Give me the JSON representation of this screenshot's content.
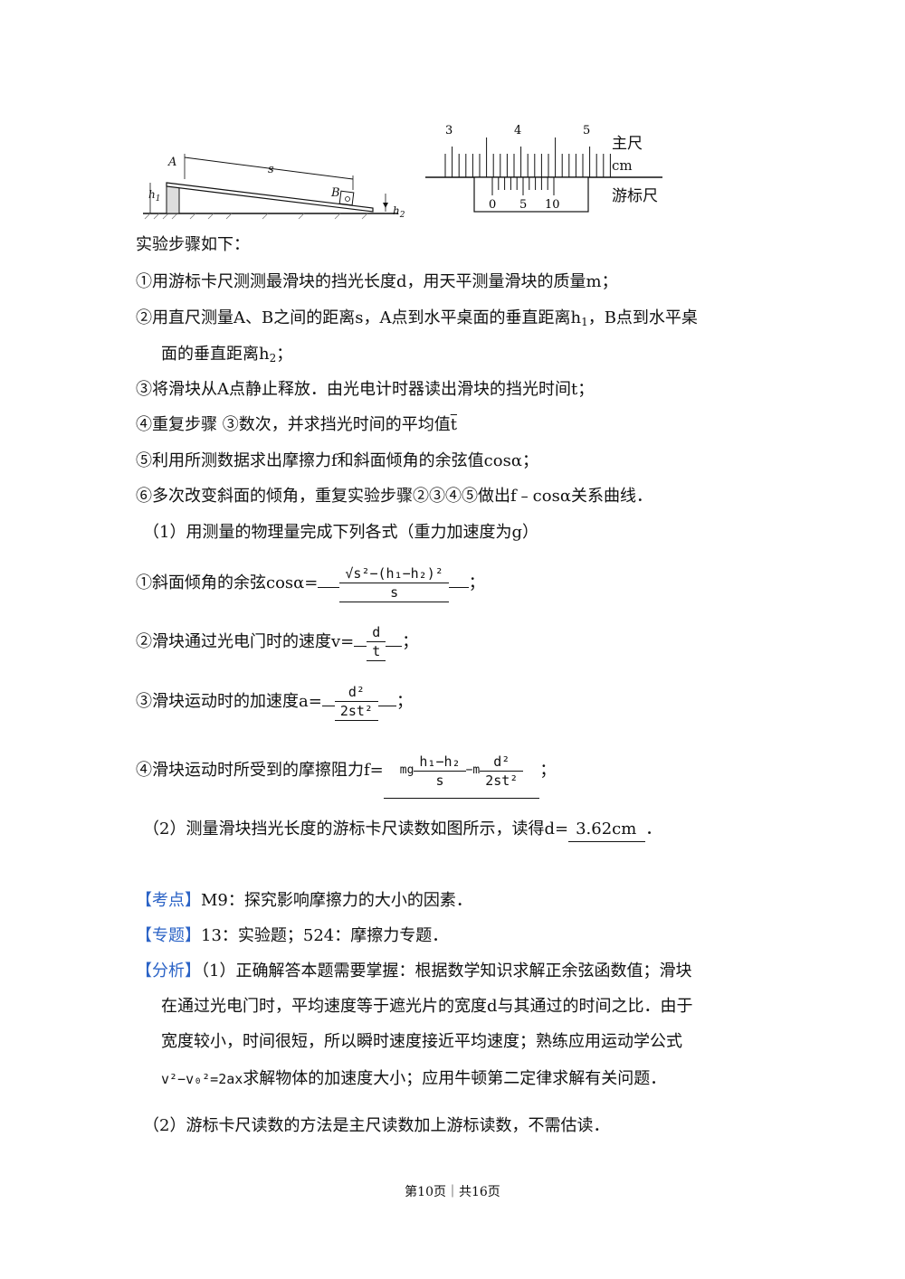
{
  "figure_left": {
    "label_a": "A",
    "label_b": "B",
    "label_s": "s",
    "label_h1": "h",
    "label_h1_sub": "1",
    "label_h2": "h",
    "label_h2_sub": "2"
  },
  "figure_right": {
    "main_ticks": [
      "3",
      "4",
      "5"
    ],
    "vernier_ticks": [
      "0",
      "5",
      "10"
    ],
    "main_label": "主尺",
    "unit_label": "cm",
    "vernier_label": "游标尺"
  },
  "steps_title": "实验步骤如下：",
  "steps": {
    "s1": "①用游标卡尺测测最滑块的挡光长度d，用天平测量滑块的质量m；",
    "s2a": "②用直尺测量A、B之间的距离s，A点到水平桌面的垂直距离h",
    "s2a_sub": "1",
    "s2b": "，B点到水平桌",
    "s2c": "面的垂直距离h",
    "s2c_sub": "2",
    "s2d": "；",
    "s3": "③将滑块从A点静止释放．由光电计时器读出滑块的挡光时间t；",
    "s4": "④重复步骤 ③数次，并求挡光时间的平均值",
    "s4_t": "t",
    "s5": "⑤利用所测数据求出摩擦力f和斜面倾角的余弦值cosα；",
    "s6": "⑥多次改变斜面的倾角，重复实验步骤②③④⑤做出f﹣cosα关系曲线．"
  },
  "q1": {
    "intro": "（1）用测量的物理量完成下列各式（重力加速度为g）",
    "a_label": "①斜面倾角的余弦cosα=",
    "a_num": "√s²−(h₁−h₂)²",
    "a_den": "s",
    "b_label": "②滑块通过光电门时的速度v=",
    "b_num": "d",
    "b_den": "t",
    "c_label": "③滑块运动时的加速度a=",
    "c_num": "d²",
    "c_den": "2st²",
    "d_label": "④滑块运动时所受到的摩擦阻力f=",
    "d_mg": "mg",
    "d_num1": "h₁−h₂",
    "d_den1": "s",
    "d_minus_m": "−m",
    "d_num2": "d²",
    "d_den2": "2st²",
    "tail": "；"
  },
  "q2": {
    "text": "（2）测量滑块挡光长度的游标卡尺读数如图所示，读得d=",
    "answer": "3.62cm",
    "tail": "．"
  },
  "analysis": {
    "kaodian_tag": "【考点】",
    "kaodian_text": "M9：探究影响摩擦力的大小的因素．",
    "zhuanti_tag": "【专题】",
    "zhuanti_text": "13：实验题；524：摩擦力专题．",
    "fenxi_tag": "【分析】",
    "fenxi_l1": "（1）正确解答本题需要掌握：根据数学知识求解正余弦函数值；滑块",
    "fenxi_l2": "在通过光电门时，平均速度等于遮光片的宽度d与其通过的时间之比．由于",
    "fenxi_l3": "宽度较小，时间很短，所以瞬时速度接近平均速度；熟练应用运动学公式",
    "fenxi_formula": "v²−v₀²=2ax",
    "fenxi_l4": "求解物体的加速度大小；应用牛顿第二定律求解有关问题．",
    "fenxi_l5": "（2）游标卡尺读数的方法是主尺读数加上游标读数，不需估读．"
  },
  "footer": "第10页｜共16页"
}
